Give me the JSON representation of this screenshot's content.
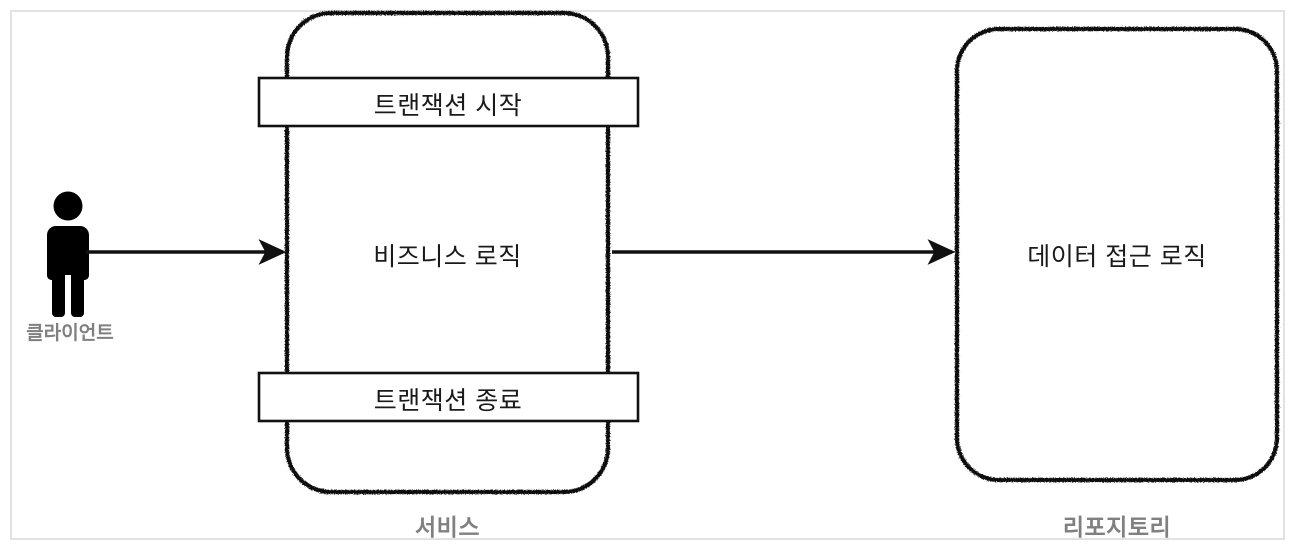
{
  "diagram": {
    "type": "architecture-layer-diagram",
    "background_color": "#ffffff",
    "frame_color": "#e2e2e2",
    "stroke_color": "#111111",
    "caption_color": "#808080",
    "text_color": "#1a1a1a",
    "style": "hand-drawn-sketch"
  },
  "actor": {
    "name": "client-actor",
    "icon": "person-icon",
    "caption": "클라이언트"
  },
  "service": {
    "caption": "서비스",
    "center_label": "비즈니스 로직",
    "bars": [
      {
        "name": "transaction-start",
        "label": "트랜잭션 시작"
      },
      {
        "name": "transaction-end",
        "label": "트랜잭션 종료"
      }
    ]
  },
  "repository": {
    "caption": "리포지토리",
    "center_label": "데이터 접근 로직"
  },
  "arrows": [
    {
      "name": "client-to-service",
      "from": "클라이언트",
      "to": "서비스",
      "direction": "right"
    },
    {
      "name": "service-to-repository",
      "from": "서비스",
      "to": "리포지토리",
      "direction": "right"
    }
  ]
}
